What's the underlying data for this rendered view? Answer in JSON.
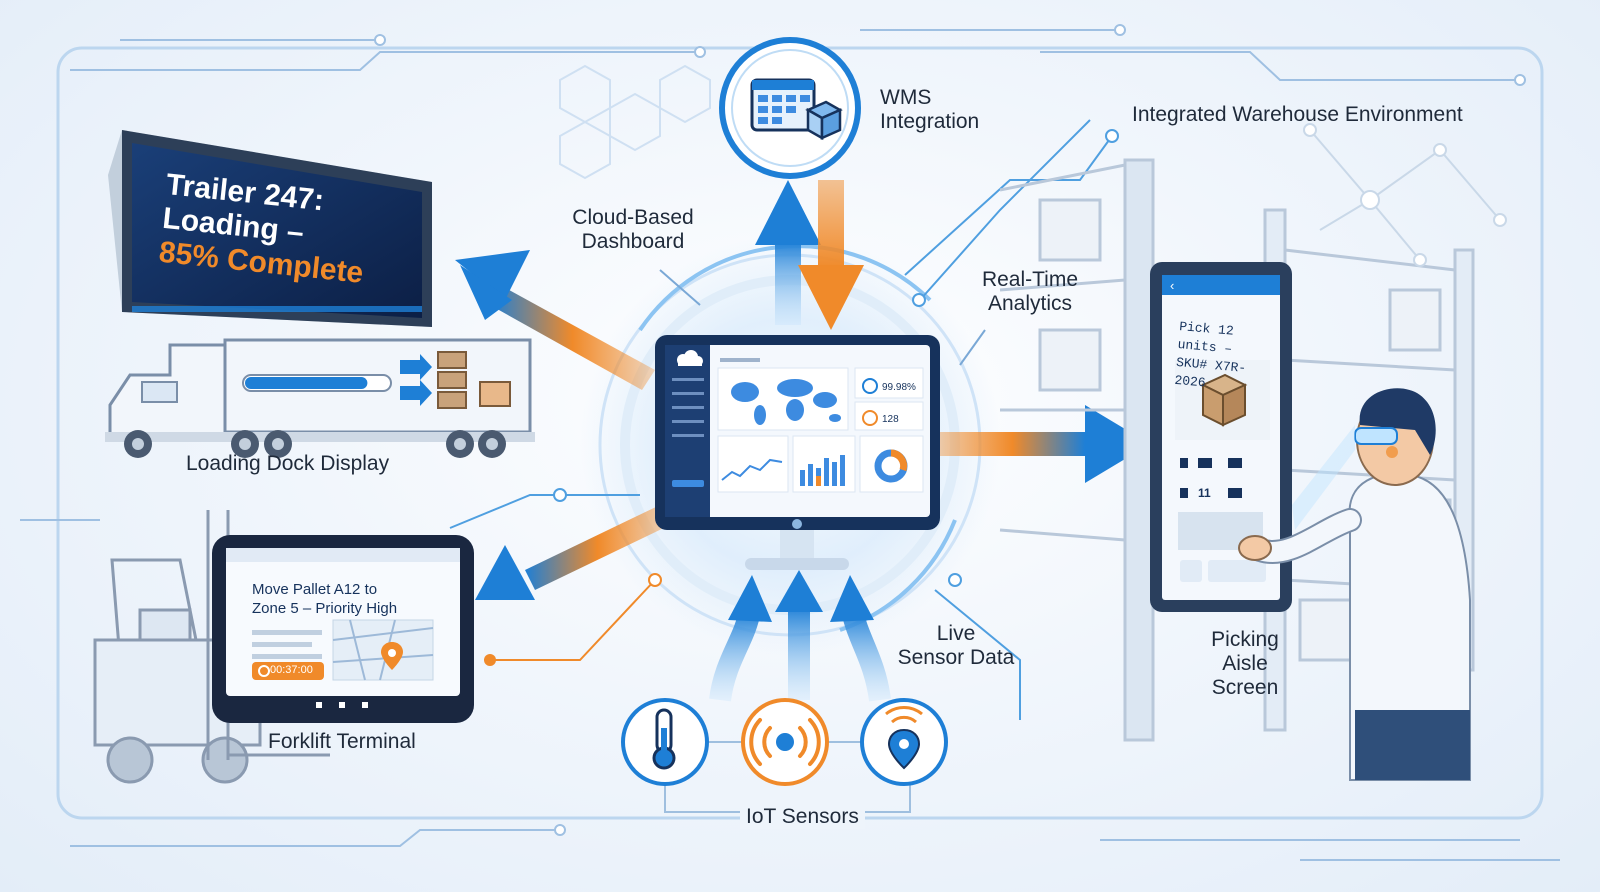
{
  "labels": {
    "wms": [
      "WMS",
      "Integration"
    ],
    "integrated_env": "Integrated Warehouse Environment",
    "cloud": [
      "Cloud-Based",
      "Dashboard"
    ],
    "analytics": [
      "Real-Time",
      "Analytics"
    ],
    "loading_dock": "Loading Dock Display",
    "forklift": "Forklift Terminal",
    "sensor_data": [
      "Live",
      "Sensor Data"
    ],
    "iot": "IoT Sensors",
    "picking": [
      "Picking",
      "Aisle",
      "Screen"
    ]
  },
  "billboard": {
    "line1": "Trailer 247:",
    "line2": "Loading –",
    "line3": "85% Complete",
    "progress_fraction": 0.85
  },
  "tablet": {
    "line1": "Move Pallet A12 to",
    "line2": "Zone 5 – Priority High",
    "timer": "00:37:00"
  },
  "picking_screen": {
    "line1": "Pick 12 units –",
    "line2": "SKU# X7R-2026"
  },
  "icons": [
    "calendar-table-icon",
    "thermometer-icon",
    "signal-icon",
    "location-pin-icon",
    "cloud-icon",
    "box-icon"
  ],
  "colors": {
    "accent_blue": "#1e7fd6",
    "accent_orange": "#f08a2a",
    "navy": "#16325c",
    "line_blue": "#8cb6e0"
  }
}
